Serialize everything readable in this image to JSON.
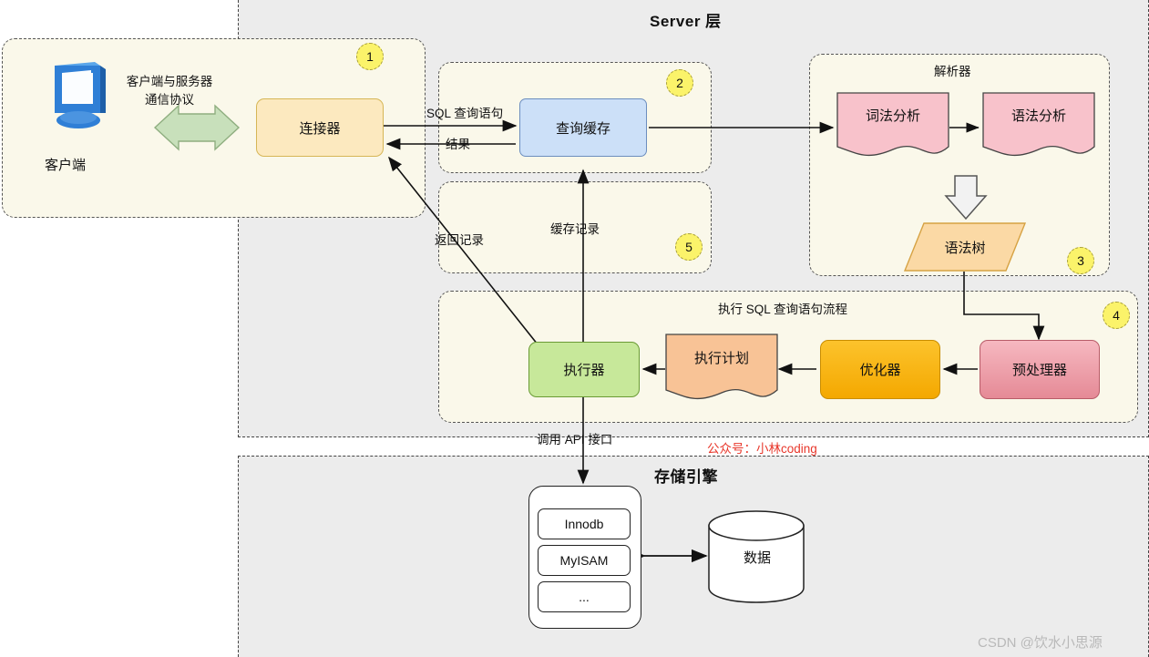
{
  "layers": {
    "server": {
      "title": "Server 层"
    },
    "storage": {
      "title": "存储引擎"
    }
  },
  "groups": {
    "client_group": {
      "badge": "1"
    },
    "query_cache_group": {
      "badge": "2"
    },
    "parser_group": {
      "title": "解析器",
      "badge": "3"
    },
    "cache_record_group": {
      "badge": "5"
    },
    "exec_flow_group": {
      "title": "执行 SQL 查询语句流程",
      "badge": "4"
    }
  },
  "nodes": {
    "client": "客户端",
    "connector": "连接器",
    "query_cache": "查询缓存",
    "lexical": "词法分析",
    "syntax": "语法分析",
    "syntax_tree": "语法树",
    "executor": "执行器",
    "exec_plan": "执行计划",
    "optimizer": "优化器",
    "preprocessor": "预处理器",
    "innodb": "Innodb",
    "myisam": "MyISAM",
    "others": "...",
    "data": "数据"
  },
  "edge_labels": {
    "client_server_protocol_line1": "客户端与服务器",
    "client_server_protocol_line2": "通信协议",
    "sql_query": "SQL 查询语句",
    "result": "结果",
    "return_record": "返回记录",
    "cache_record": "缓存记录",
    "call_api": "调用 API 接口"
  },
  "watermarks": {
    "wechat": "公众号：小林coding",
    "csdn": "CSDN @饮水小思源"
  },
  "colors": {
    "layer_bg": "#ececec",
    "group_bg": "#faf8ea",
    "connector": "#fce9bf",
    "query_cache": "#cce0f8",
    "parser_box": "#f8c2cb",
    "syntax_tree": "#fbd9a5",
    "executor": "#c7e89a",
    "exec_plan": "#f8c396",
    "optimizer": "#f9b000",
    "preprocessor": "#eea0ab",
    "badge": "#fbf36a",
    "protocol_arrow": "#c3ddb6",
    "watermark_red": "#e8372b",
    "watermark_grey": "#b9b9b9"
  }
}
